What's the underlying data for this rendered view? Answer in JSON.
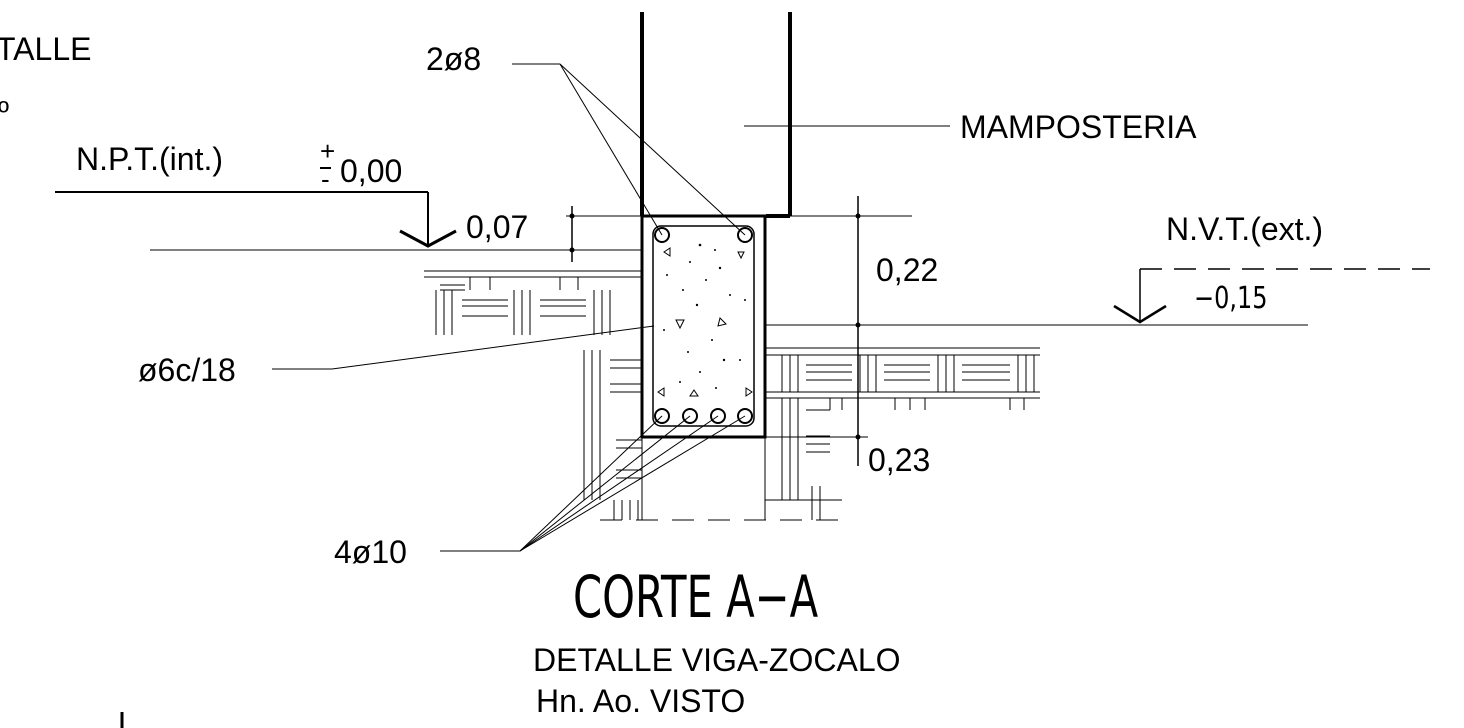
{
  "labels": {
    "partial_detalle": "TALLE",
    "partial_degree": "º",
    "npt_label": "N.P.T.(int.)",
    "npt_plusminus_top": "+",
    "npt_plusminus_bottom": "-",
    "npt_value": "0,00",
    "rebar_top": "2ø8",
    "masonry": "MAMPOSTERIA",
    "dim_007": "0,07",
    "dim_022": "0,22",
    "dim_023": "0,23",
    "nvt_label": "N.V.T.(ext.)",
    "nvt_value": "−0,15",
    "stirrups": "ø6c/18",
    "rebar_bottom": "4ø10"
  },
  "title": {
    "main": "CORTE A−A",
    "subtitle_1": "DETALLE VIGA-ZOCALO",
    "subtitle_2": "Hn. Ao. VISTO"
  },
  "colors": {
    "ink": "#000000",
    "paper": "#ffffff"
  }
}
